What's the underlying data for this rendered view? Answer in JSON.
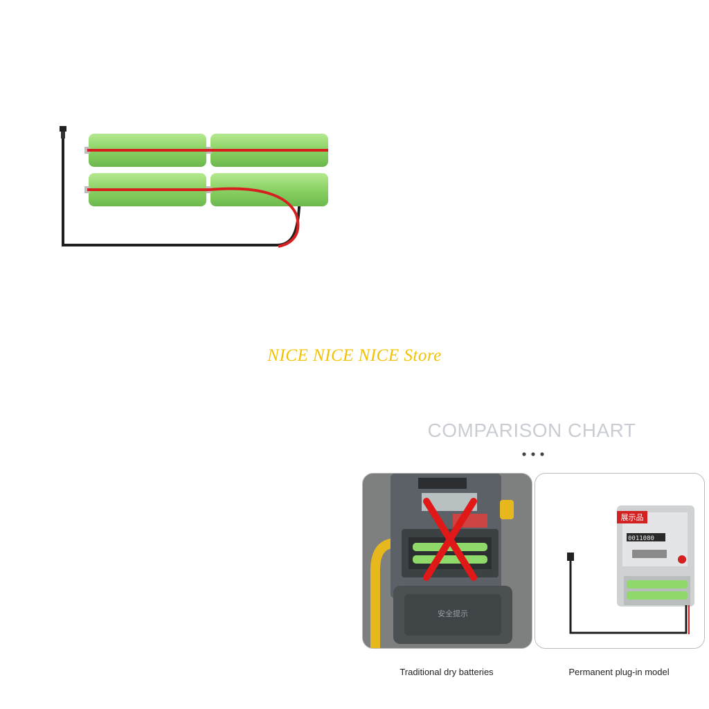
{
  "store": {
    "name": "NICE NICE NICE Store"
  },
  "comparison": {
    "title": "COMPARISON CHART",
    "left": {
      "caption": "Traditional dry batteries",
      "meter_notice_cn": "安全提示"
    },
    "right": {
      "caption": "Permanent plug-in model",
      "tag_cn": "展示品",
      "meter_reading": "0011080"
    }
  },
  "colors": {
    "cell_green": "#8fd86a",
    "wire_red": "#d62020",
    "wire_black": "#1e1e1e",
    "store_gold": "#f2c200",
    "title_grey": "#c9cdd3",
    "cross_red": "#e01818"
  }
}
